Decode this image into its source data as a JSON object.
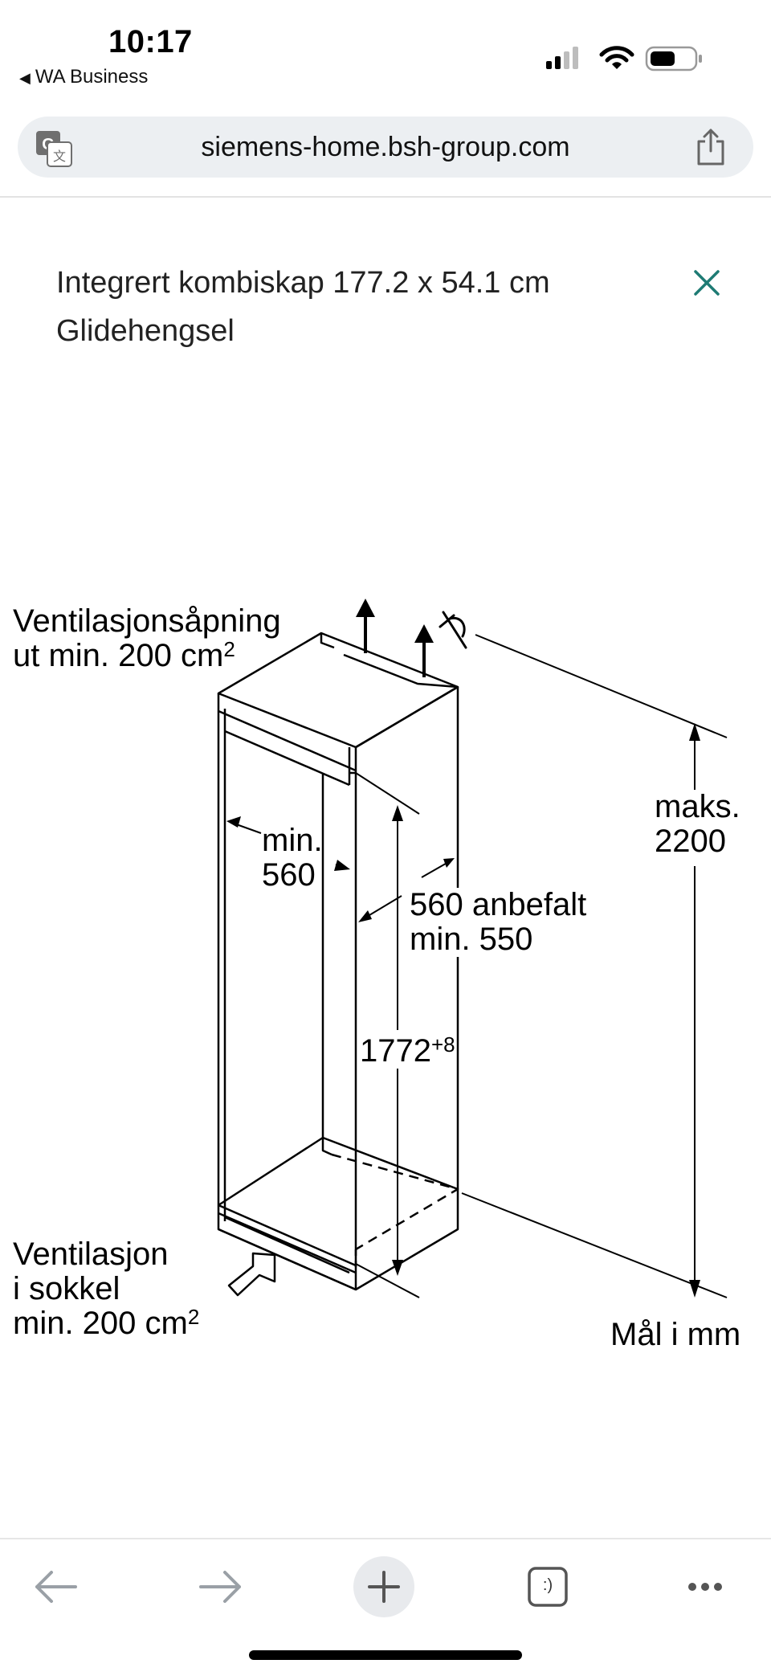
{
  "status_bar": {
    "time": "10:17",
    "back_app": "WA Business"
  },
  "browser": {
    "url": "siemens-home.bsh-group.com"
  },
  "header": {
    "title_line1": "Integrert kombiskap 177.2 x 54.1 cm",
    "title_line2": "Glidehengsel"
  },
  "diagram": {
    "vent_out_line1": "Ventilasjonsåpning",
    "vent_out_line2": "ut min. 200 cm",
    "vent_out_sup": "2",
    "max_height_label": "maks.",
    "max_height_value": "2200",
    "min_width_label": "min.",
    "min_width_value": "560",
    "depth_line1": "560 anbefalt",
    "depth_line2": "min. 550",
    "niche_height": "1772",
    "niche_height_tolerance": "+8",
    "vent_in_line1": "Ventilasjon",
    "vent_in_line2": "i sokkel",
    "vent_in_line3": "min. 200 cm",
    "vent_in_sup": "2",
    "units": "Mål i mm"
  },
  "toolbar": {
    "tabs_symbol": ":)"
  },
  "colors": {
    "accent": "#1e7b74",
    "address_bar_bg": "#eceff2",
    "toolbar_icon": "#9aa0a6"
  }
}
